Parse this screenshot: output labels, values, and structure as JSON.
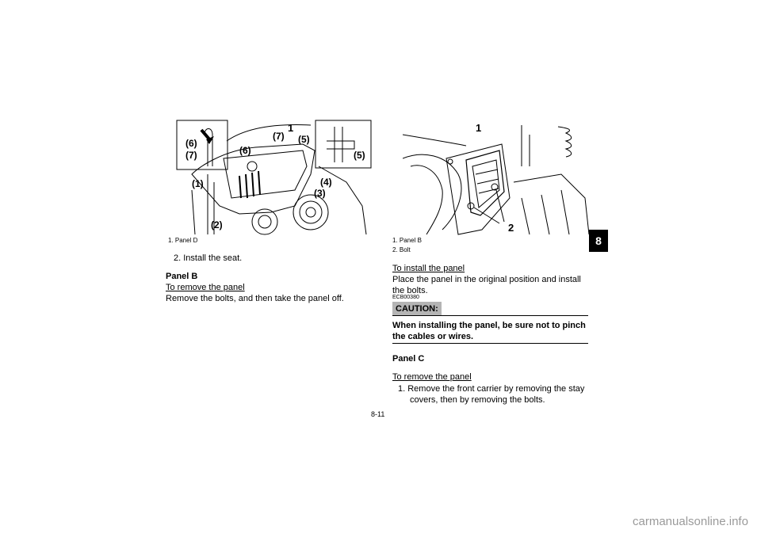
{
  "left": {
    "figure_labels": [
      "(6)",
      "(7)",
      "(1)",
      "(2)",
      "(6)",
      "(7)",
      "1",
      "(5)",
      "(5)",
      "(4)",
      "(3)"
    ],
    "caption": "1.  Panel D",
    "step2": "2.  Install the seat.",
    "panel_b_heading": "Panel B",
    "remove_heading": "To remove the panel",
    "remove_text": "Remove the bolts, and then take the panel off."
  },
  "right": {
    "figure_labels": [
      "1",
      "2"
    ],
    "caption1": "1.  Panel B",
    "caption2": "2.  Bolt",
    "install_heading": "To install the panel",
    "install_text_1": "Place the panel in the original position and install",
    "install_text_2": "the bolts.",
    "code": "ECB00380",
    "caution_label": "CAUTION:",
    "caution_text_1": "When installing the panel, be sure not to pinch",
    "caution_text_2": "the cables or wires.",
    "panel_c_heading": "Panel C",
    "remove_heading": "To remove the panel",
    "step1_line1": "1.  Remove the front carrier by removing the stay",
    "step1_line2": "covers, then by removing the bolts."
  },
  "chapter_tab": "8",
  "page_number": "8-11",
  "watermark": "carmanualsonline.info"
}
